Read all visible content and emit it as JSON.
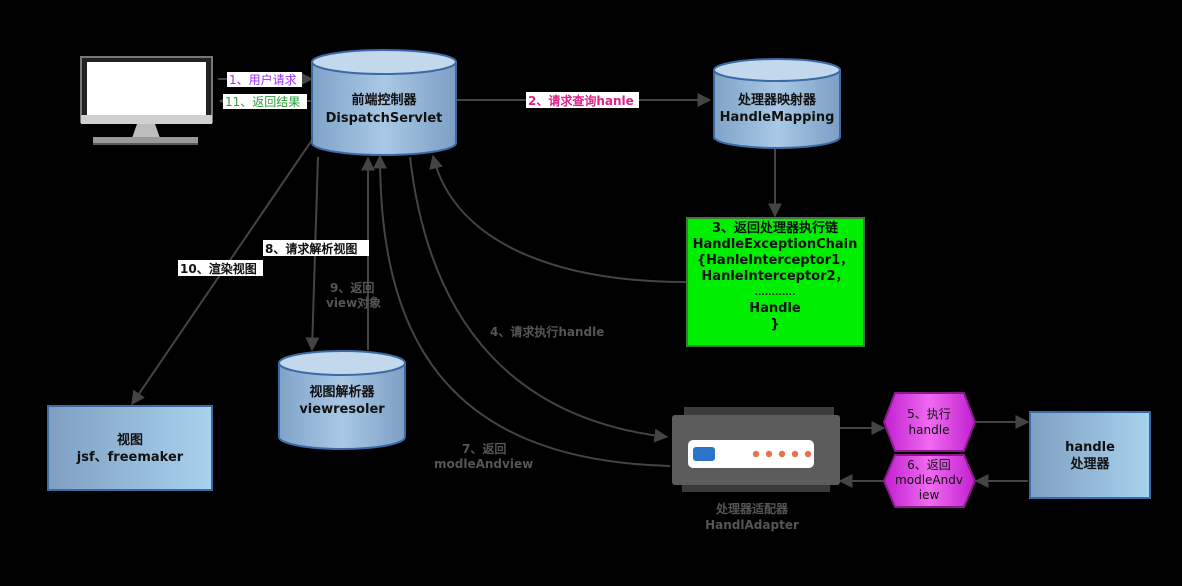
{
  "nodes": {
    "dispatcher": {
      "line1": "前端控制器",
      "line2": "DispatchServlet"
    },
    "mapping": {
      "line1": "处理器映射器",
      "line2": "HandleMapping"
    },
    "chain": {
      "lines": [
        "3、返回处理器执行链",
        "HandleExceptionChain",
        "{HanleInterceptor1，",
        "HanleInterceptor2，",
        "............",
        "Handle",
        "}"
      ]
    },
    "resolver": {
      "line1": "视图解析器",
      "line2": "viewresoler"
    },
    "view": {
      "line1": "视图",
      "line2": "jsf、freemaker"
    },
    "adapter": {
      "line1": "处理器适配器",
      "line2": "HandlAdapter"
    },
    "exec_handle": {
      "line1": "5、执行",
      "line2": "handle"
    },
    "return_mav": {
      "line1": "6、返回",
      "line2": "modleAndv",
      "line3": "iew"
    },
    "handler": {
      "line1": "handle",
      "line2": "处理器"
    }
  },
  "steps": {
    "s1": "1、用户请求",
    "s11": "11、返回结果",
    "s2": "2、请求查询hanle",
    "s4": "4、请求执行handle",
    "s7a": "7、返回",
    "s7b": "modleAndview",
    "s8": "8、请求解析视图",
    "s9a": "9、返回",
    "s9b": "view对象",
    "s10": "10、渲染视图"
  },
  "colors": {
    "cylinder": "#8fb3d6",
    "box_blue": "#9dc3e6",
    "chain_green": "#00ee00",
    "hex_magenta": "#e040e0",
    "step1": "#9b30ff",
    "step2": "#e0218a",
    "step11": "#2e9e3a",
    "line": "#444444"
  },
  "icons": [
    "computer-monitor-icon",
    "router-device-icon"
  ]
}
